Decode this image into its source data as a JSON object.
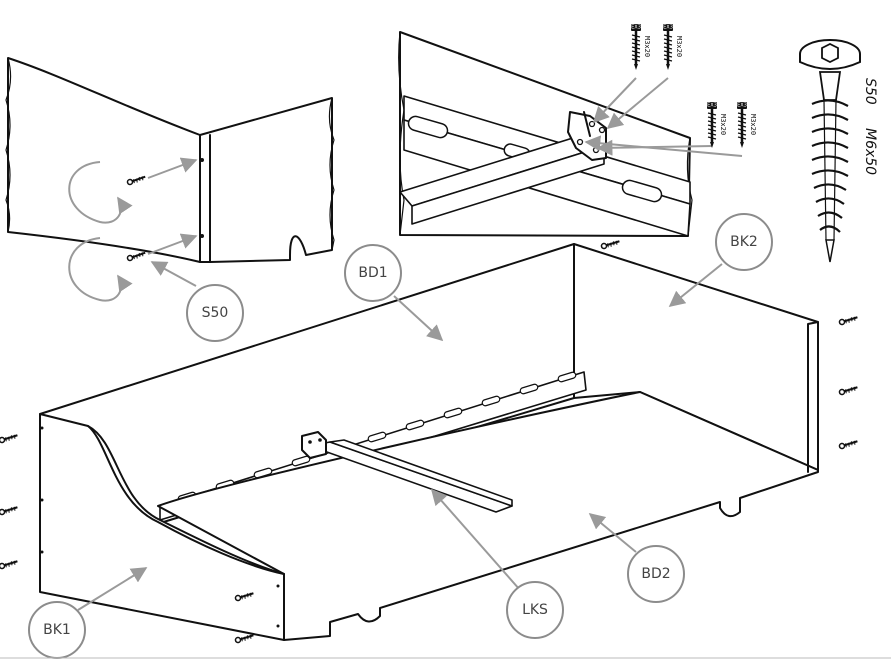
{
  "labels": {
    "bd1": "BD1",
    "bk2": "BK2",
    "s50": "S50",
    "bd2": "BD2",
    "lks": "LKS",
    "bk1": "BK1"
  },
  "screws": {
    "small_spec": "M3x20",
    "small_badge": "EX3",
    "big_code": "S50",
    "big_spec": "M6x50"
  },
  "colors": {
    "line": "#111111",
    "callout": "#8c8c8c",
    "leader": "#9a9a9a"
  }
}
